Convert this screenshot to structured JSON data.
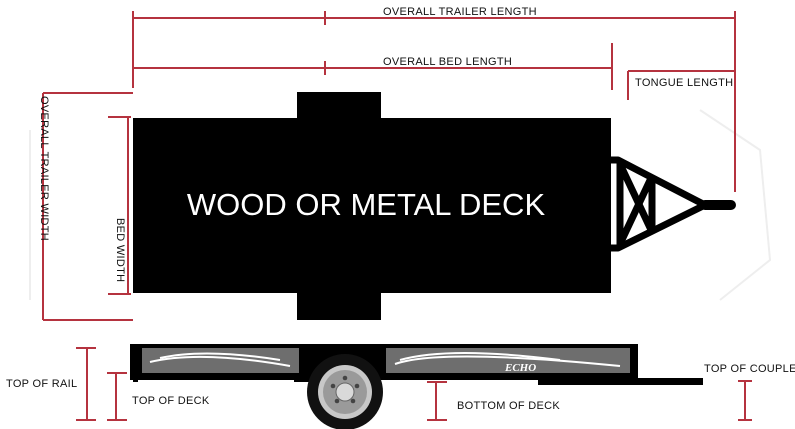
{
  "labels": {
    "overall_trailer_length": "OVERALL TRAILER LENGTH",
    "overall_bed_length": "OVERALL BED LENGTH",
    "tongue_length": "TONGUE LENGTH",
    "overall_trailer_width": "OVERALL TRAILER WIDTH",
    "bed_width": "BED WIDTH",
    "deck_text": "WOOD OR METAL DECK",
    "top_of_rail": "TOP OF RAIL",
    "top_of_deck": "TOP OF DECK",
    "bottom_of_deck": "BOTTOM OF DECK",
    "top_of_coupler": "TOP OF COUPLER",
    "brand": "ECHO"
  },
  "colors": {
    "dimension_line": "#b5333f",
    "trailer": "#000000",
    "side_panel": "#6e6e6e",
    "background": "#ffffff"
  },
  "icons": {
    "wheel": "trailer-wheel-icon",
    "fender_stripes": "decorative-swoosh"
  }
}
